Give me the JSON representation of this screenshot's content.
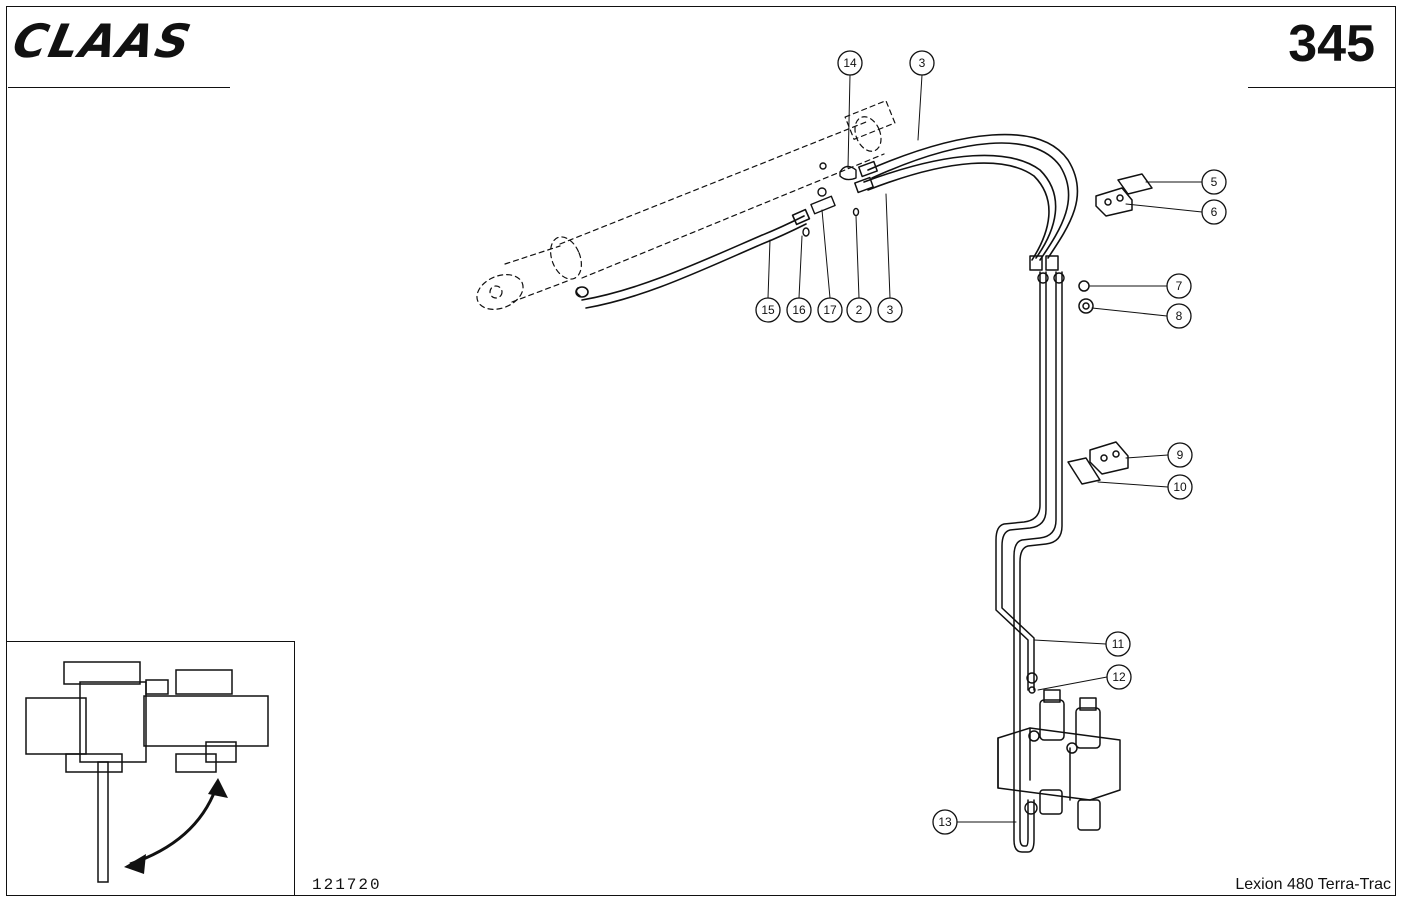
{
  "header": {
    "brand": "CLAAS",
    "page_number": "345"
  },
  "footer": {
    "drawing_number": "121720",
    "model": "Lexion 480 Terra-Trac"
  },
  "callouts": [
    {
      "id": "c14",
      "label": "14"
    },
    {
      "id": "c3a",
      "label": "3"
    },
    {
      "id": "c5",
      "label": "5"
    },
    {
      "id": "c6",
      "label": "6"
    },
    {
      "id": "c7",
      "label": "7"
    },
    {
      "id": "c8",
      "label": "8"
    },
    {
      "id": "c15",
      "label": "15"
    },
    {
      "id": "c16",
      "label": "16"
    },
    {
      "id": "c17",
      "label": "17"
    },
    {
      "id": "c2",
      "label": "2"
    },
    {
      "id": "c3b",
      "label": "3"
    },
    {
      "id": "c9",
      "label": "9"
    },
    {
      "id": "c10",
      "label": "10"
    },
    {
      "id": "c11",
      "label": "11"
    },
    {
      "id": "c12",
      "label": "12"
    },
    {
      "id": "c13",
      "label": "13"
    }
  ]
}
